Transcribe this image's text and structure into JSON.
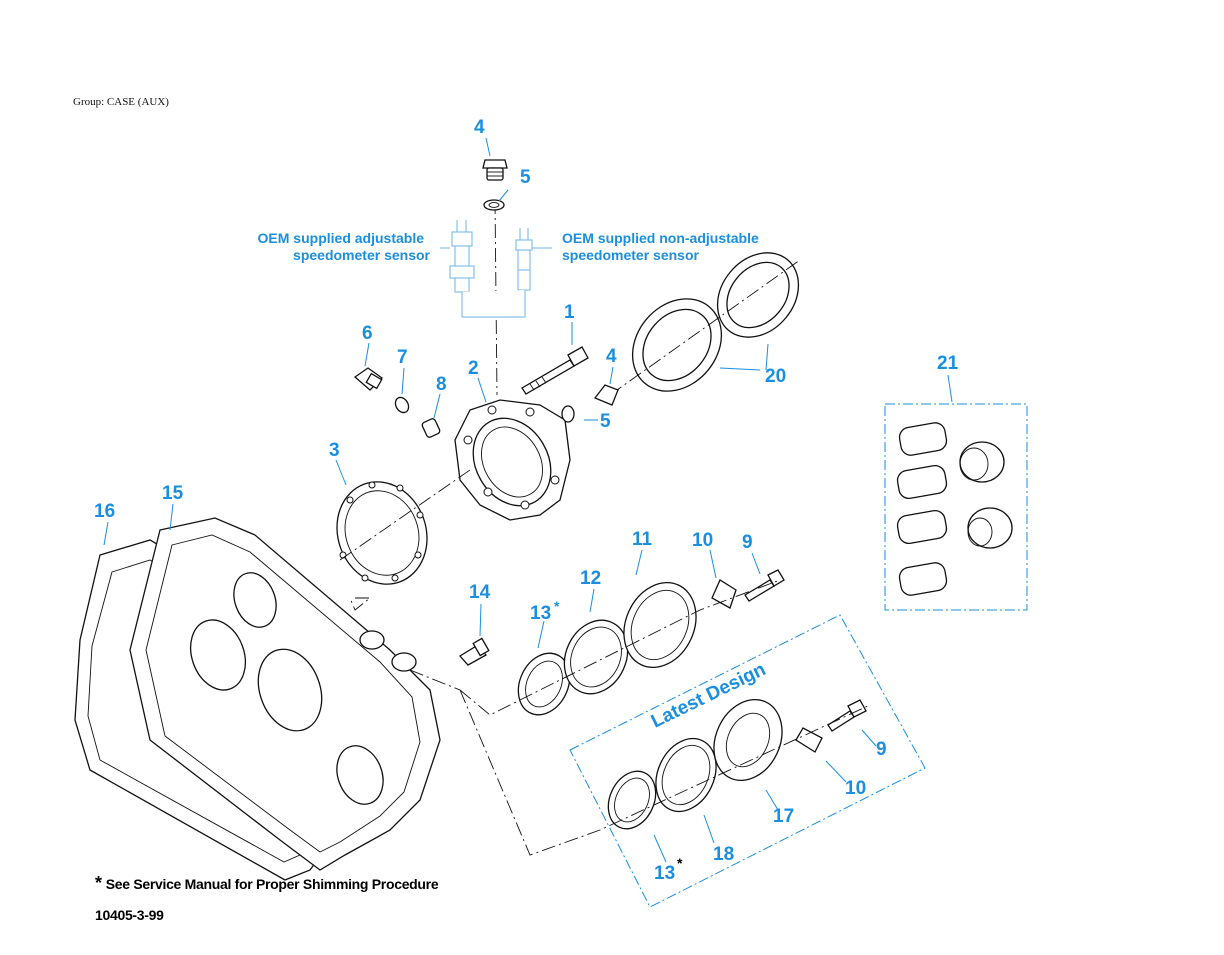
{
  "group_label": "Group: CASE (AUX)",
  "sensors": {
    "adjustable_line1": "OEM supplied adjustable",
    "adjustable_line2": "speedometer sensor",
    "non_adjustable_line1": "OEM supplied non-adjustable",
    "non_adjustable_line2": "speedometer sensor"
  },
  "latest_design_label": "Latest Design",
  "callouts": {
    "c1": "1",
    "c2": "2",
    "c3": "3",
    "c4a": "4",
    "c4b": "4",
    "c5a": "5",
    "c5b": "5",
    "c6": "6",
    "c7": "7",
    "c8": "8",
    "c9a": "9",
    "c9b": "9",
    "c10a": "10",
    "c10b": "10",
    "c11": "11",
    "c12": "12",
    "c13a": "13",
    "c13b": "13",
    "c14": "14",
    "c15": "15",
    "c16": "16",
    "c17": "17",
    "c18": "18",
    "c20": "20",
    "c21": "21"
  },
  "star": "*",
  "footnote": "See Service Manual for Proper Shimming Procedure",
  "figure_id": "10405-3-99",
  "colors": {
    "callout": "#1a8fe0",
    "line_art": "#111111"
  }
}
